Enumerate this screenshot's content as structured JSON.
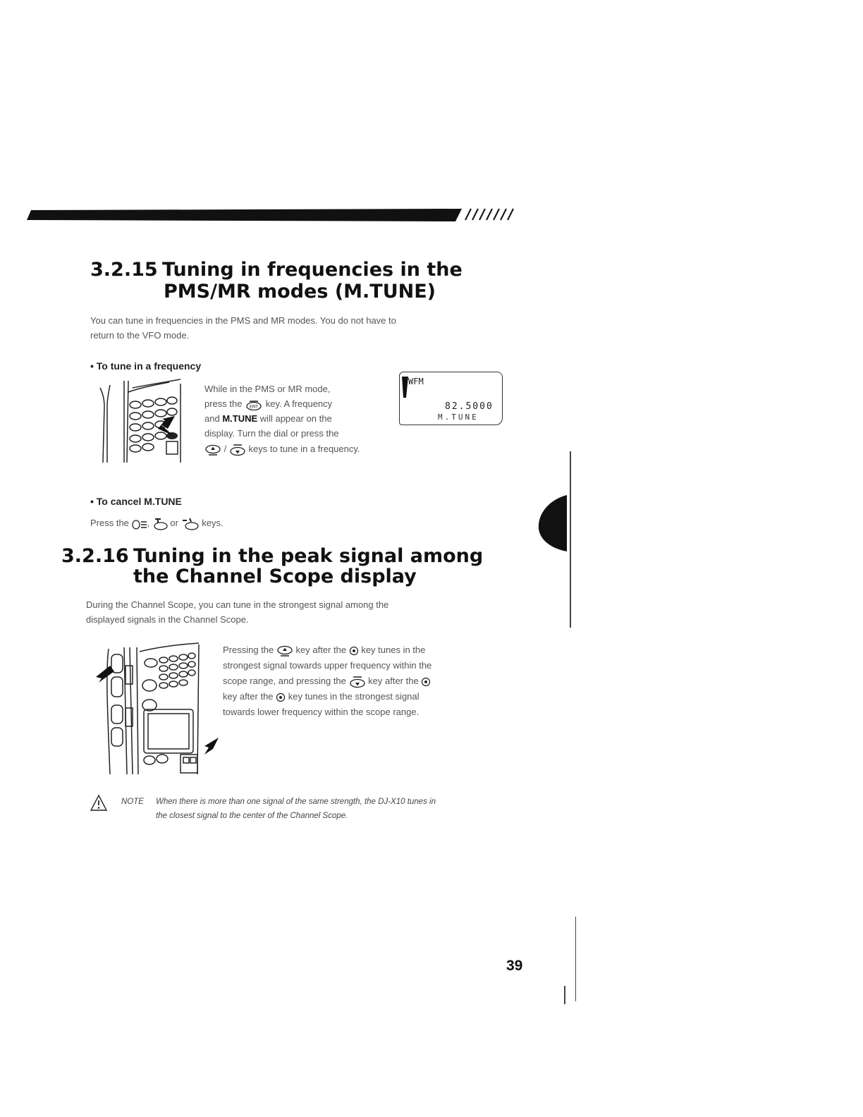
{
  "section1": {
    "number": "3.2.15",
    "title_line1": "Tuning in frequencies in the",
    "title_line2": "PMS/MR modes (M.TUNE)",
    "intro_line1": "You can tune in frequencies in the PMS and MR modes. You do not have to",
    "intro_line2": "return to the VFO mode.",
    "sub1_title": "• To tune in a frequency",
    "step_line1": "While in the PMS or MR mode,",
    "step_line2_a": "press the",
    "step_line2_b": "key. A frequency",
    "step_line3_a": "and",
    "step_line3_bold": "M.TUNE",
    "step_line3_b": "will appear on the",
    "step_line4": "display. Turn the dial or press the",
    "step_line5_sep": "/",
    "step_line5_b": "keys to tune in a frequency.",
    "lcd": {
      "mode": "WFM",
      "frequency": "82.5000",
      "label": "M.TUNE"
    },
    "sub2_title": "• To cancel M.TUNE",
    "cancel_a": "Press the",
    "cancel_sep": ",",
    "cancel_or": "or",
    "cancel_b": "keys."
  },
  "section2": {
    "number": "3.2.16",
    "title_line1": "Tuning in the peak signal among",
    "title_line2": "the Channel Scope display",
    "intro_line1": "During the Channel Scope, you can tune in the strongest signal among the",
    "intro_line2": "displayed signals in the Channel Scope.",
    "desc_line1_a": "Pressing the",
    "desc_line1_b": "key after the",
    "desc_line1_c": "key tunes in the",
    "desc_line2": "strongest signal towards upper frequency within the",
    "desc_line3_a": "scope range, and pressing the",
    "desc_line3_b": "key after the",
    "desc_line4_a": "key after the",
    "desc_line4_b": "key tunes in the strongest signal",
    "desc_line5": "towards lower frequency within the scope range."
  },
  "note": {
    "label": "NOTE",
    "line1": "When there is more than one signal of the same strength, the DJ-X10 tunes in",
    "line2": "the closest signal to the center of the Channel Scope."
  },
  "page_number": "39"
}
